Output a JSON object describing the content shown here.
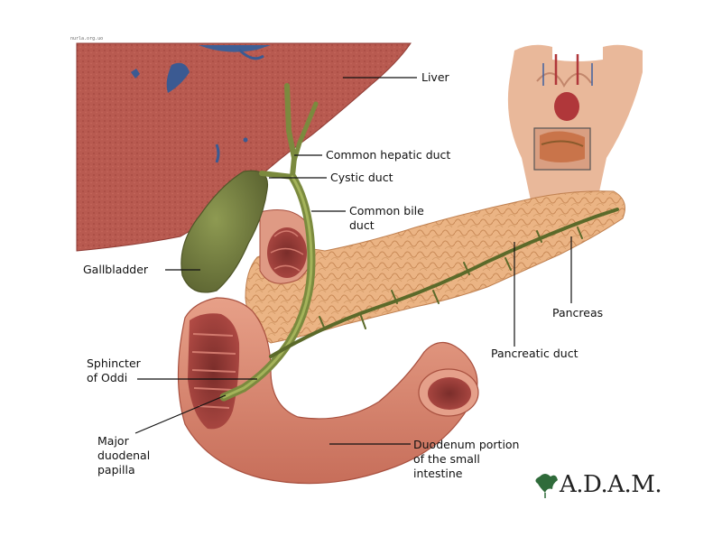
{
  "credit": "nurla.org.uo",
  "brand": {
    "name": "A.D.A.M.",
    "leaf_icon": "ivy-leaf-icon"
  },
  "labels": {
    "liver": "Liver",
    "common_hepatic_duct": "Common hepatic duct",
    "cystic_duct": "Cystic duct",
    "common_bile_duct": [
      "Common bile",
      "duct"
    ],
    "gallbladder": "Gallbladder",
    "pancreas": "Pancreas",
    "pancreatic_duct": "Pancreatic duct",
    "sphincter_of_oddi": [
      "Sphincter",
      "of Oddi"
    ],
    "major_duodenal_papilla": [
      "Major",
      "duodenal",
      "papilla"
    ],
    "duodenum": [
      "Duodenum portion",
      "of the small",
      "intestine"
    ]
  },
  "colors": {
    "liver": "#b5524a",
    "gallbladder": "#6f7a3a",
    "bile_duct": "#7b8a3e",
    "pancreas": "#e8b07f",
    "duodenum": "#d98a72",
    "skin": "#e9b89a"
  }
}
